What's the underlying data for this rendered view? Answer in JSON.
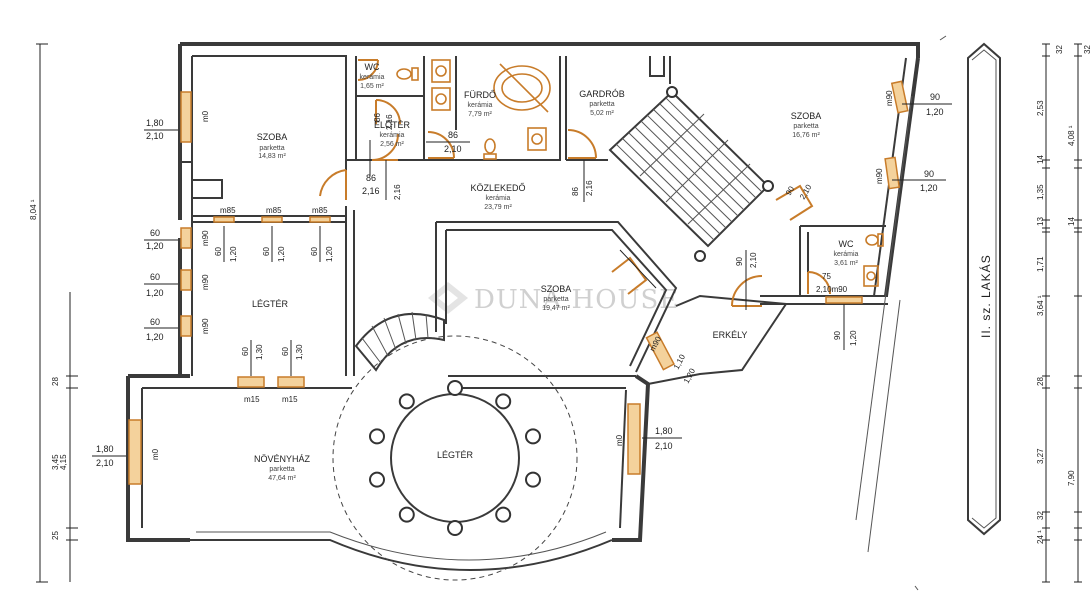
{
  "rooms": {
    "szoba_left": {
      "name": "SZOBA",
      "material": "parketta",
      "area": "14,83 m²"
    },
    "wc_top": {
      "name": "WC",
      "material": "kerámia",
      "area": "1,65 m²"
    },
    "eloter": {
      "name": "ELŐTÉR",
      "material": "kerámia",
      "area": "2,56 m²"
    },
    "furdo": {
      "name": "FÜRDŐ",
      "material": "kerámia",
      "area": "7,79 m²"
    },
    "gardrob": {
      "name": "GARDRÓB",
      "material": "parketta",
      "area": "5,02 m²"
    },
    "szoba_right": {
      "name": "SZOBA",
      "material": "parketta",
      "area": "16,76 m²"
    },
    "kozlekedo": {
      "name": "KÖZLEKEDŐ",
      "material": "kerámia",
      "area": "23,79 m²"
    },
    "wc_right": {
      "name": "WC",
      "material": "kerámia",
      "area": "3,61 m²"
    },
    "legter_left": {
      "name": "LÉGTÉR"
    },
    "szoba_center": {
      "name": "SZOBA",
      "material": "parketta",
      "area": "19,47 m²"
    },
    "erkely": {
      "name": "ERKÉLY"
    },
    "novenyhaz": {
      "name": "NÖVÉNYHÁZ",
      "material": "parketta",
      "area": "47,64 m²"
    },
    "legter_circle": {
      "name": "LÉGTÉR"
    }
  },
  "neighbor_label": "II. sz. LAKÁS",
  "watermark": "DUNA HOUSE",
  "labels": {
    "w_180": "1,80",
    "w_210": "2,10",
    "m0": "m0",
    "v60": "60",
    "v120": "1,20",
    "m90": "m90",
    "m85": "m85",
    "v130": "1,30",
    "m15": "m15",
    "v86": "86",
    "v216": "2,16",
    "v90": "90",
    "v110": "1,10",
    "v75": "75",
    "v210m90": "2,10m90"
  },
  "dimensions_left": {
    "total": "8,04 ¹",
    "d415": "4,15",
    "d345": "3,45",
    "d28": "28",
    "d25": "25"
  },
  "dimensions_right": {
    "d32a": "32",
    "d32b": "32",
    "d253": "2,53",
    "d408": "4,08 ¹",
    "d14a": "14",
    "d135": "1,35",
    "d13": "13",
    "d14b": "14",
    "d171": "1,71",
    "d364": "3,64 ¹",
    "d28": "28",
    "d327": "3,27",
    "d790": "7,90",
    "d32c": "32",
    "d24": "24 ¹"
  }
}
